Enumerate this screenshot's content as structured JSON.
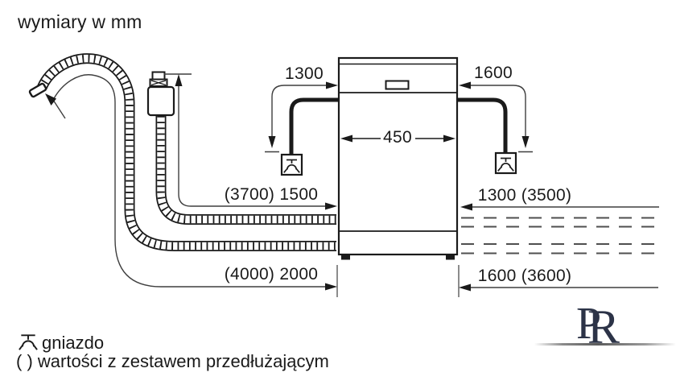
{
  "title": "wymiary w mm",
  "diagram": {
    "appliance": "dishwasher-front-outline",
    "dims": {
      "cable_left": "1300",
      "cable_right": "1600",
      "appliance_width": "450",
      "supply_hose": "(3700) 1500",
      "drain_hose": "(4000) 2000",
      "right_supply": "1300 (3500)",
      "right_drain": "1600 (3600)"
    },
    "icons": [
      "socket-icon",
      "drain-hose",
      "supply-hose",
      "tap-connector",
      "power-cable"
    ]
  },
  "legend": {
    "socket": "gniazdo",
    "extension": "( ) wartości z zestawem przedłużającym"
  },
  "logo": {
    "letter_p": "P",
    "letter_r": "R"
  },
  "colors": {
    "line": "#1a1a1a",
    "dim_line": "#3f3f3f",
    "dashed_line": "#4f4f4f",
    "logo": "#2c3347",
    "background": "#ffffff"
  }
}
